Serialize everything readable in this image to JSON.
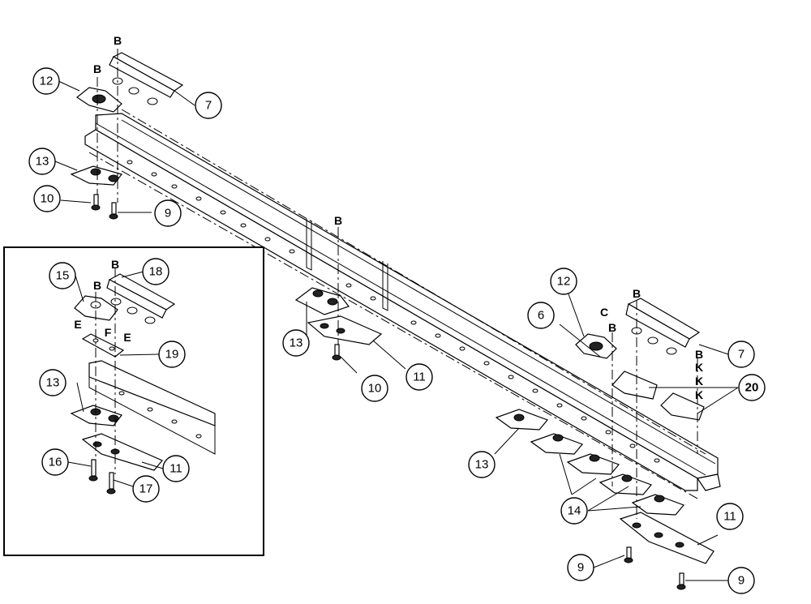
{
  "callouts": {
    "c12_top": "12",
    "c7_top": "7",
    "c13_top": "13",
    "c10_top": "10",
    "c9_top": "9",
    "c15_inset": "15",
    "c18_inset": "18",
    "c19_inset": "19",
    "c13_inset": "13",
    "c16_inset": "16",
    "c11_inset": "11",
    "c17_inset": "17",
    "c13_mid": "13",
    "c10_mid": "10",
    "c11_mid": "11",
    "c12_right": "12",
    "c6_right": "6",
    "c7_right": "7",
    "c20_right": "20",
    "c13_right": "13",
    "c14_right": "14",
    "c11_right": "11",
    "c9_bottom_left": "9",
    "c9_bottom_right": "9"
  },
  "letters": {
    "b_top_guard": "B",
    "b_top_clip": "B",
    "b_mid": "B",
    "b_inset_guard": "B",
    "b_inset_clip": "B",
    "e_inset_left": "E",
    "f_inset": "F",
    "e_inset_right": "E",
    "b_right_guard": "B",
    "c_right_clip": "C",
    "b_right_clip": "B",
    "b_stack": "B",
    "k_stack_1": "K",
    "k_stack_2": "K",
    "k_stack_3": "K"
  }
}
